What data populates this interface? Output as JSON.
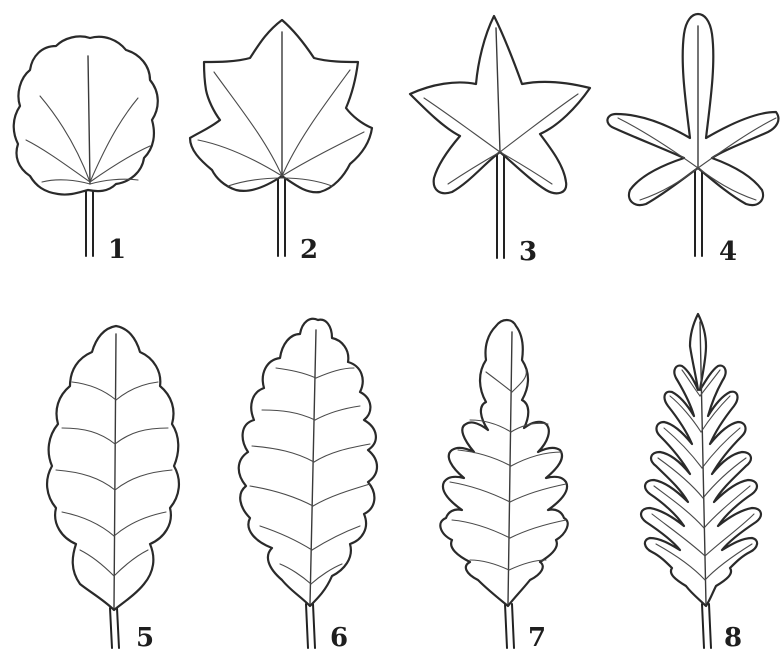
{
  "leaves": [
    {
      "number": "1"
    },
    {
      "number": "2"
    },
    {
      "number": "3"
    },
    {
      "number": "4"
    },
    {
      "number": "5"
    },
    {
      "number": "6"
    },
    {
      "number": "7"
    },
    {
      "number": "8"
    }
  ]
}
